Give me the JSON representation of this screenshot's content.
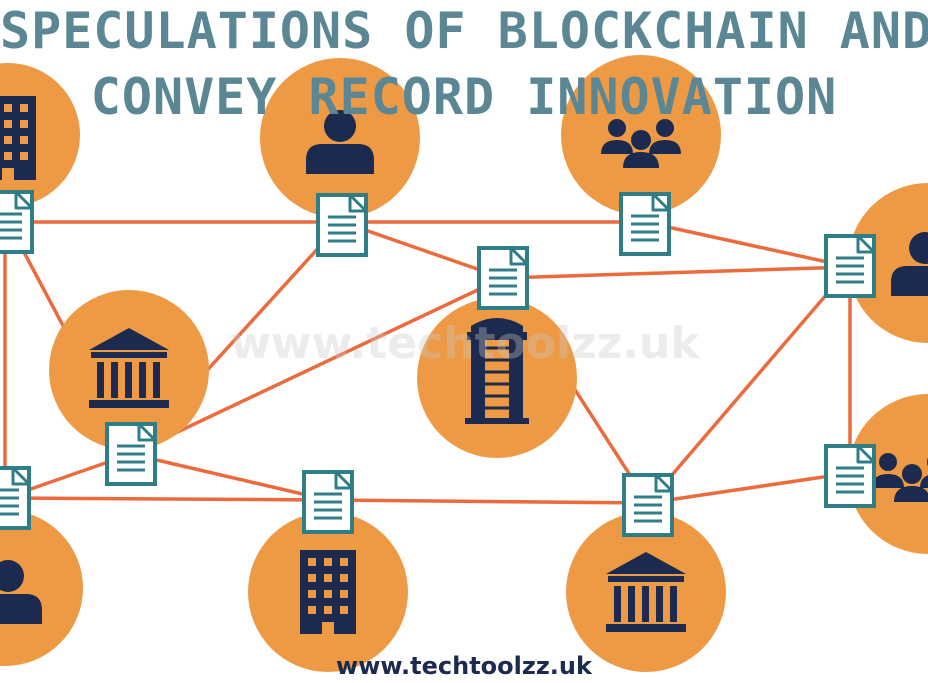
{
  "title": {
    "line1": "SPECULATIONS OF BLOCKCHAIN AND",
    "line2": "CONVEY RECORD INNOVATION"
  },
  "watermark": "www.techtoolzz.uk",
  "footer": "www.techtoolzz.uk",
  "colors": {
    "node": "#ee9a45",
    "icon": "#1b2a4e",
    "edge": "#ec6b3d",
    "document_border": "#2f7d86",
    "title": "#5a8793"
  },
  "nodes": [
    {
      "id": "n1",
      "icon": "office-building-icon"
    },
    {
      "id": "n2",
      "icon": "person-icon"
    },
    {
      "id": "n3",
      "icon": "group-icon"
    },
    {
      "id": "n4",
      "icon": "bank-icon"
    },
    {
      "id": "n5",
      "icon": "tower-icon"
    },
    {
      "id": "n6",
      "icon": "person-icon"
    },
    {
      "id": "n7",
      "icon": "group-icon"
    },
    {
      "id": "n8",
      "icon": "person-icon"
    },
    {
      "id": "n9",
      "icon": "office-building-icon"
    },
    {
      "id": "n10",
      "icon": "bank-icon"
    }
  ]
}
